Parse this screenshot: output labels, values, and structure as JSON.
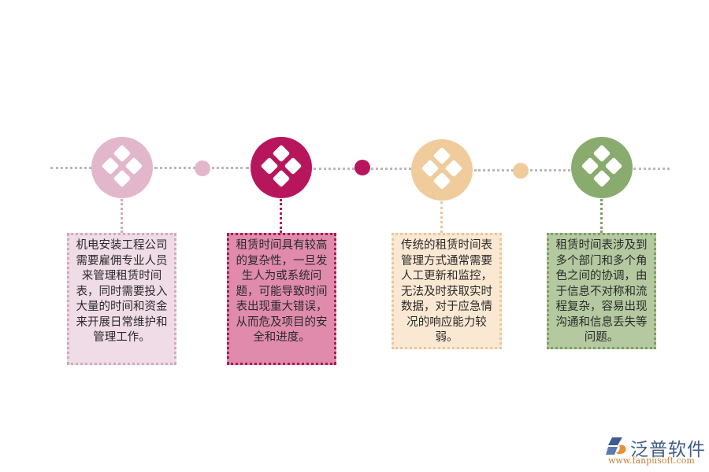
{
  "diagram": {
    "type": "timeline",
    "steps": [
      {
        "color": "#e2b7cb",
        "box_bg": "#f0dce6",
        "box_border": "#d4a9be",
        "text": "机电安装工程公司需要雇佣专业人员来管理租赁时间表，同时需要投入大量的时间和资金来开展日常维护和管理工作。"
      },
      {
        "color": "#b8165c",
        "box_bg": "#e08bab",
        "box_border": "#a81a5b",
        "text": "租赁时间具有较高的复杂性，一旦发生人为或系统问题，可能导致时间表出现重大错误，从而危及项目的安全和进度。"
      },
      {
        "color": "#f0cb9c",
        "box_bg": "#fbe8d3",
        "box_border": "#e8c79b",
        "text": "传统的租赁时间表管理方式通常需要人工更新和监控，无法及时获取实时数据，对于应急情况的响应能力较弱。"
      },
      {
        "color": "#8aab6e",
        "box_bg": "#b4c9a0",
        "box_border": "#7f9d67",
        "text": "租赁时间表涉及到多个部门和多个角色之间的协调，由于信息不对称和流程复杂，容易出现沟通和信息丢失等问题。"
      }
    ],
    "connector_dots": [
      "#e2b7cb",
      "#b8165c",
      "#f0cb9c"
    ],
    "icon": "four-diamond-icon"
  },
  "logo": {
    "name": "泛普软件",
    "url": "www.fanpusoft.com"
  }
}
